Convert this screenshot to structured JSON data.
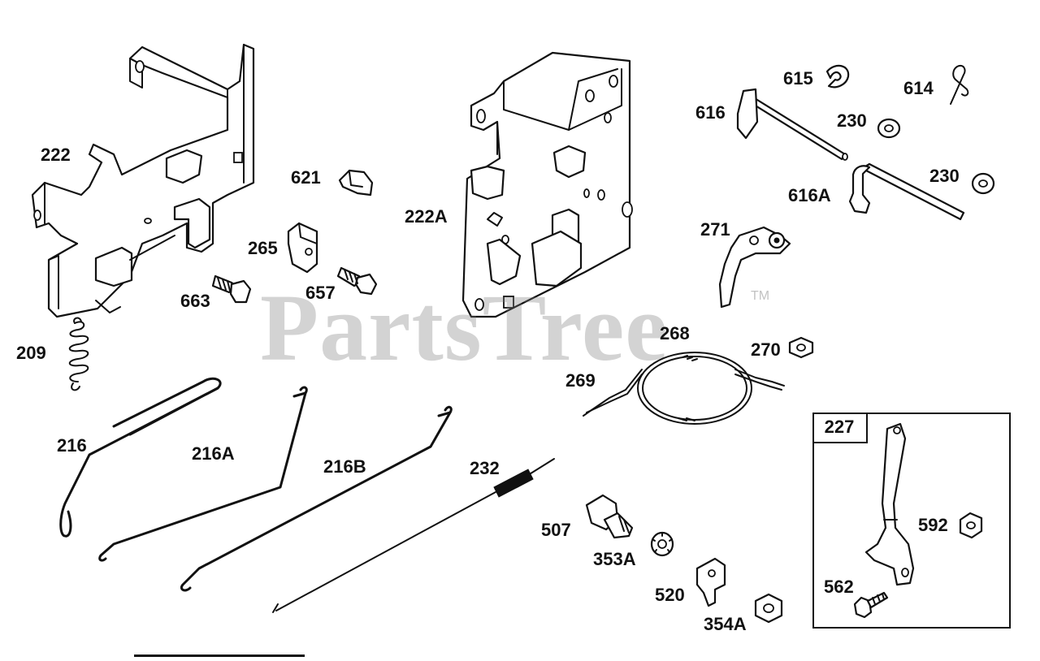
{
  "watermark": {
    "text": "PartsTree",
    "trademark": "TM"
  },
  "inset": {
    "label": "227"
  },
  "callouts": {
    "p222": "222",
    "p621": "621",
    "p265": "265",
    "p663": "663",
    "p657": "657",
    "p209": "209",
    "p222A": "222A",
    "p615": "615",
    "p614": "614",
    "p616": "616",
    "p230a": "230",
    "p230b": "230",
    "p616A": "616A",
    "p271": "271",
    "p268": "268",
    "p270": "270",
    "p269": "269",
    "p216": "216",
    "p216A": "216A",
    "p216B": "216B",
    "p232": "232",
    "p507": "507",
    "p353A": "353A",
    "p520": "520",
    "p354A": "354A",
    "p592": "592",
    "p562": "562"
  }
}
